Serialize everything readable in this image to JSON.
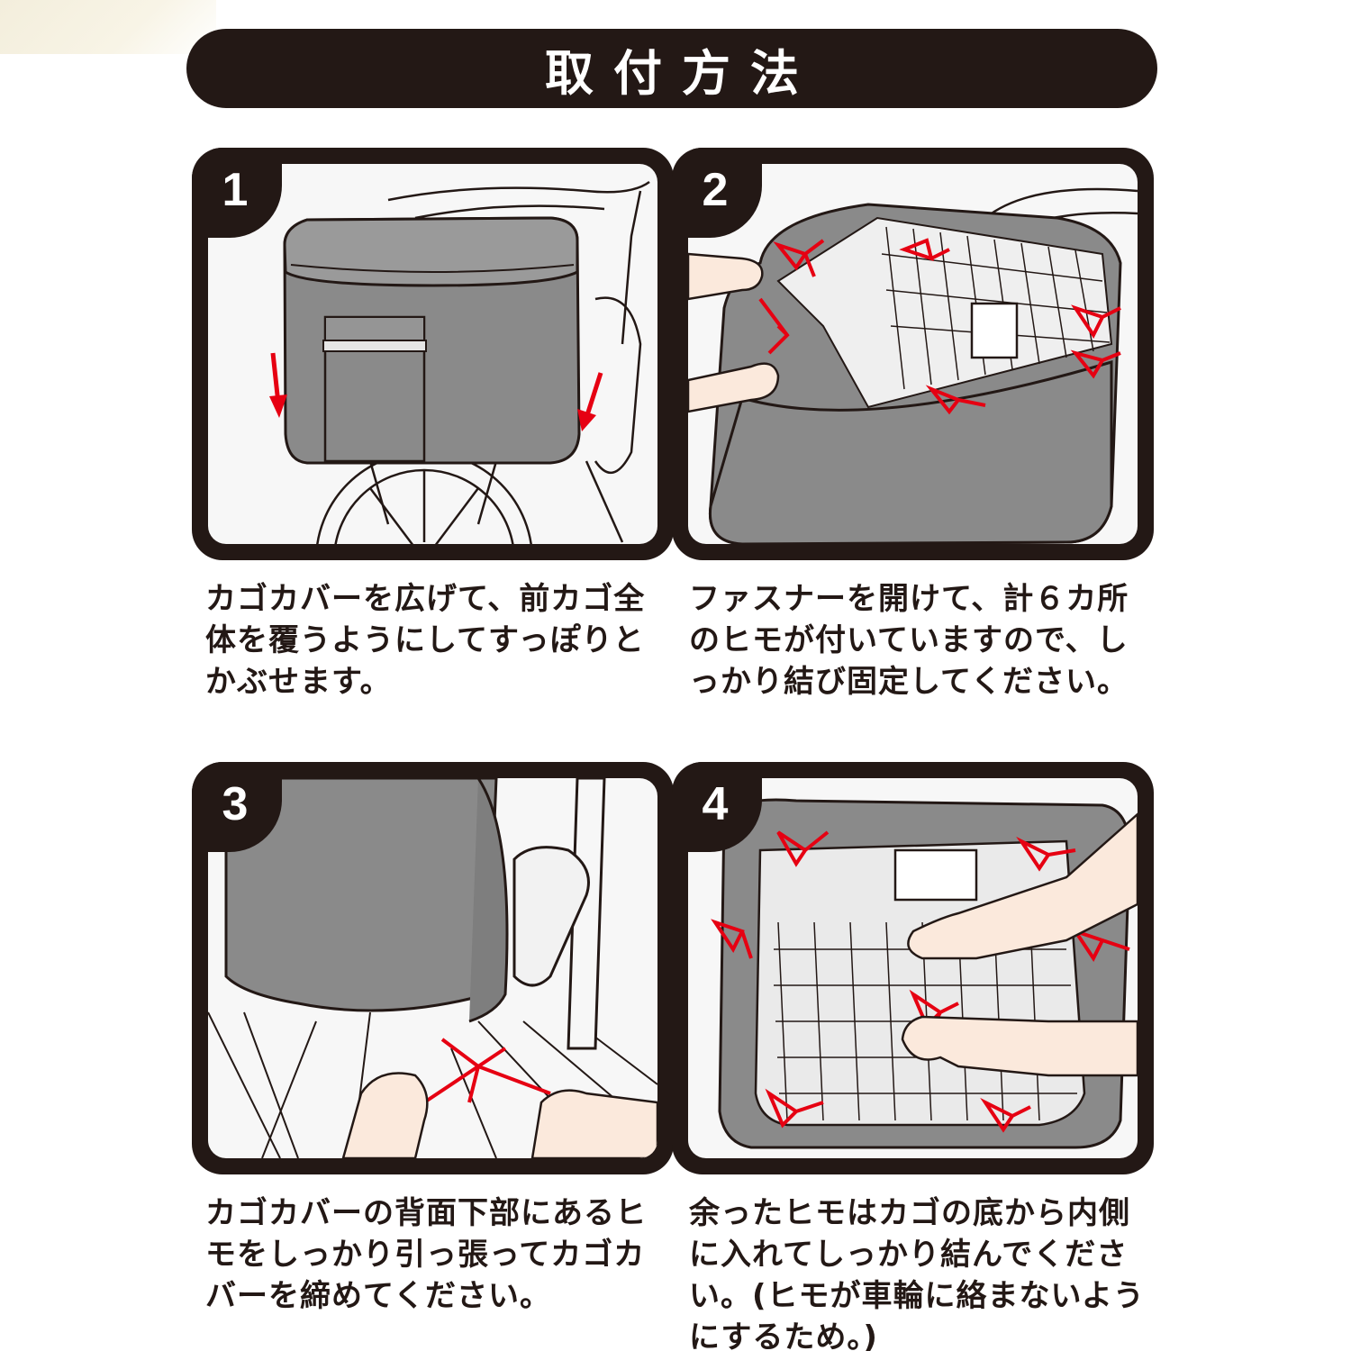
{
  "title": "取付方法",
  "steps": [
    {
      "number": "1",
      "text": "カゴカバーを広げて、前カゴ全体を覆うようにしてすっぽりとかぶせます。"
    },
    {
      "number": "2",
      "text": "ファスナーを開けて、計６カ所のヒモが付いていますので、しっかり結び固定してください。"
    },
    {
      "number": "3",
      "text": "カゴカバーの背面下部にあるヒモをしっかり引っ張ってカゴカバーを締めてください。"
    },
    {
      "number": "4",
      "text": "余ったヒモはカゴの底から内側に入れてしっかり結んでください。(ヒモが車輪に絡まないようにするため。)"
    }
  ],
  "colors": {
    "ink": "#231815",
    "cover_gray": "#8a8a8a",
    "string_red": "#e60012",
    "skin": "#fbe9dc",
    "cream": "#f3eedc"
  }
}
